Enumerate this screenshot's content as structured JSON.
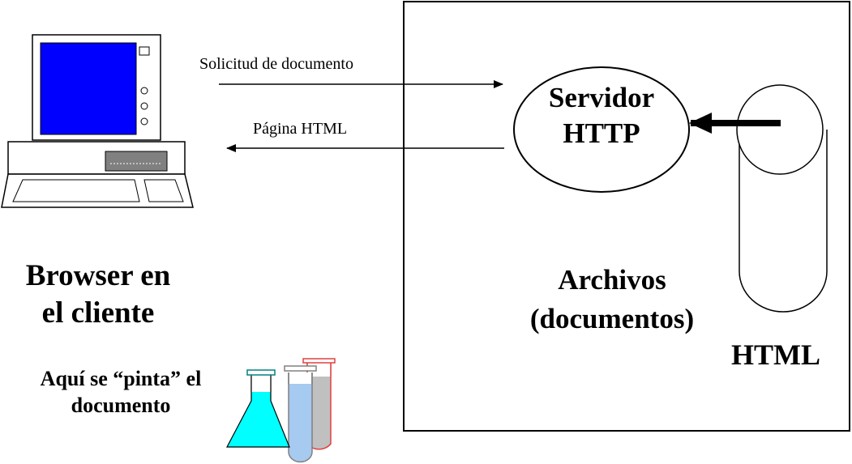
{
  "arrows": {
    "request_label": "Solicitud de documento",
    "response_label": "Página HTML"
  },
  "server": {
    "line1": "Servidor",
    "line2": "HTTP"
  },
  "files": {
    "line1": "Archivos",
    "line2": "(documentos)"
  },
  "storage": {
    "label": "HTML"
  },
  "client": {
    "title_line1": "Browser en",
    "title_line2": "el cliente",
    "caption_line1": "Aquí se “pinta” el",
    "caption_line2": "documento"
  },
  "colors": {
    "screen": "#0000FF",
    "flask": "#00FFFF",
    "tube_blue": "#A6CAF0",
    "tube_gray": "#C0C0C0",
    "tube_red_outline": "#E04040"
  }
}
